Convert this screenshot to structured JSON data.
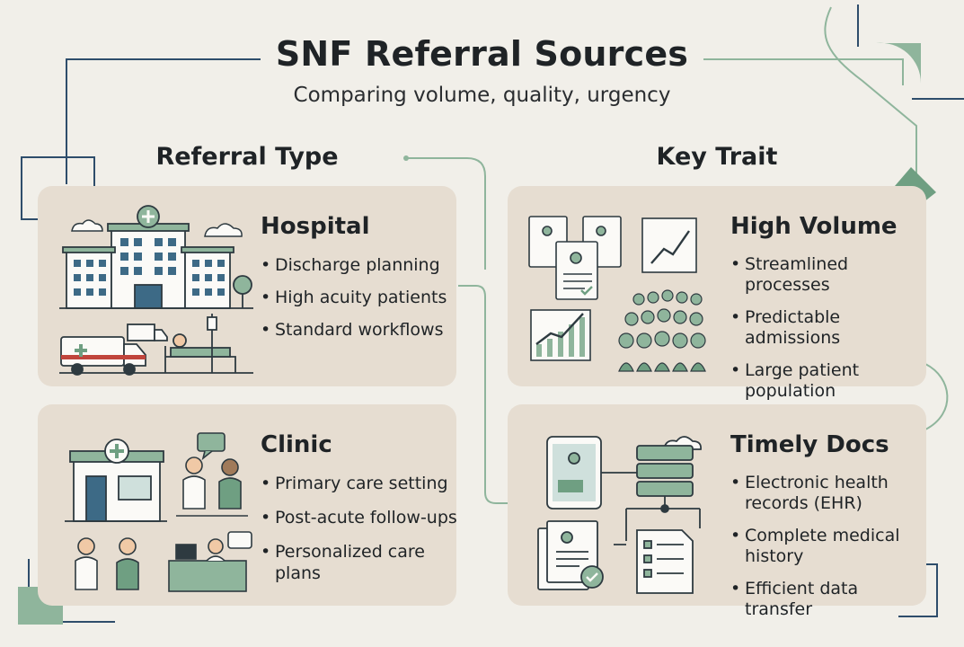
{
  "title": "SNF Referral Sources",
  "subtitle": "Comparing volume, quality, urgency",
  "columns": {
    "left": "Referral Type",
    "right": "Key Trait"
  },
  "cards": {
    "hospital": {
      "heading": "Hospital",
      "bullets": [
        "Discharge planning",
        "High acuity patients",
        "Standard workflows"
      ]
    },
    "clinic": {
      "heading": "Clinic",
      "bullets": [
        "Primary care setting",
        "Post-acute follow-ups",
        "Personalized care plans"
      ]
    },
    "high_volume": {
      "heading": "High Volume",
      "bullets": [
        "Streamlined processes",
        "Predictable admissions",
        "Large patient population"
      ]
    },
    "timely_docs": {
      "heading": "Timely Docs",
      "bullets": [
        "Electronic health records (EHR)",
        "Complete medical history",
        "Efficient data transfer"
      ]
    }
  },
  "icons": {
    "hospital": [
      "hospital-building-icon",
      "ambulance-icon",
      "hospital-bed-icon",
      "cloud-icon"
    ],
    "clinic": [
      "clinic-building-icon",
      "doctor-consult-icon",
      "reception-desk-icon",
      "speech-bubble-icon"
    ],
    "high_volume": [
      "patient-records-icon",
      "trend-chart-icon",
      "crowd-icon"
    ],
    "timely_docs": [
      "tablet-record-icon",
      "server-cloud-icon",
      "document-check-icon",
      "checklist-icon"
    ]
  },
  "colors": {
    "background": "#f1efe9",
    "card": "#e6ddd1",
    "accent_green": "#8fb59c",
    "line_navy": "#2e4d6b",
    "text": "#1f2326"
  }
}
